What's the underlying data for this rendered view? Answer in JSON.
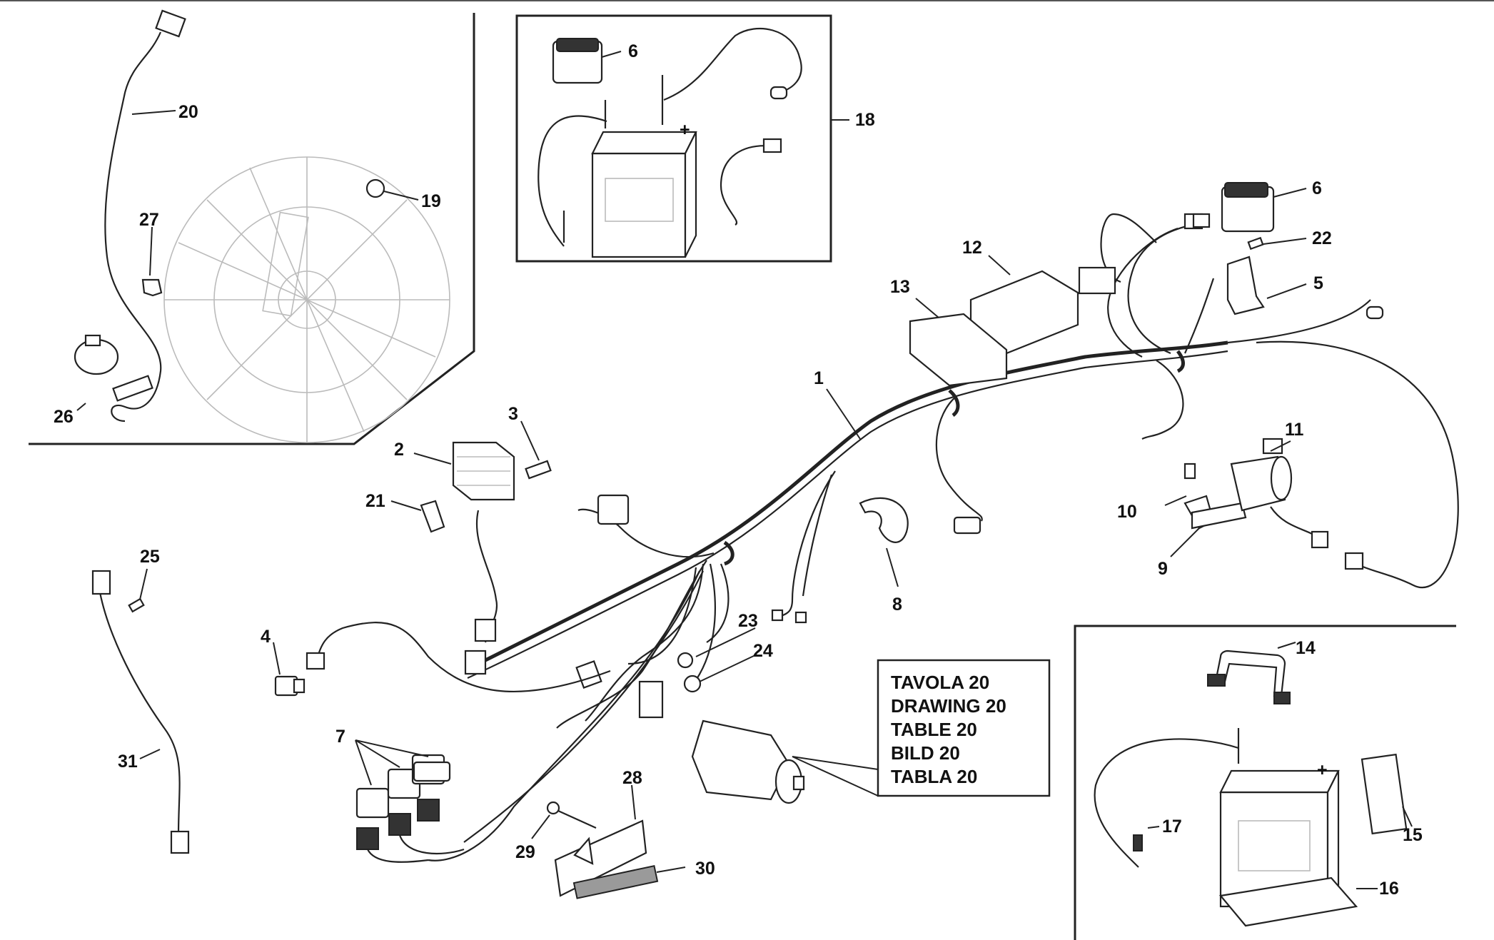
{
  "callouts": [
    "1",
    "2",
    "3",
    "4",
    "5",
    "6",
    "6",
    "7",
    "8",
    "9",
    "10",
    "11",
    "12",
    "13",
    "14",
    "15",
    "16",
    "17",
    "18",
    "19",
    "20",
    "21",
    "22",
    "23",
    "24",
    "25",
    "26",
    "27",
    "28",
    "29",
    "30",
    "31"
  ],
  "reference_box": {
    "lines": [
      "TAVOLA 20",
      "DRAWING 20",
      "TABLE 20",
      "BILD 20",
      "TABLA 20"
    ]
  }
}
